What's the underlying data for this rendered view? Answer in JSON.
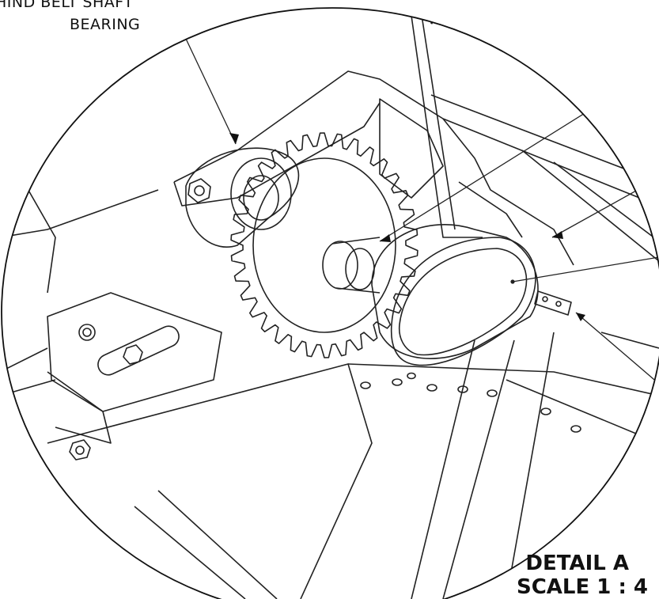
{
  "callouts": {
    "bearing_line1": "HIND BELT SHAFT",
    "bearing_line2": "BEARING"
  },
  "detail": {
    "title": "DETAIL A",
    "scale": "SCALE 1 : 4"
  }
}
